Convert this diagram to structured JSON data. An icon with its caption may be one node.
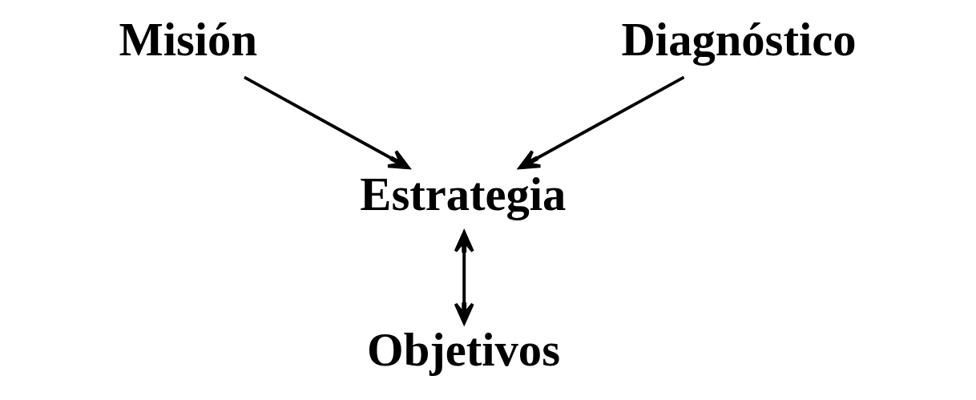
{
  "diagram": {
    "nodes": [
      {
        "text": [
          "Misión"
        ]
      },
      {
        "text": [
          "Diagnóstico"
        ]
      },
      {
        "text": [
          "Estrategia"
        ]
      },
      {
        "text": [
          "Objetivos"
        ]
      }
    ],
    "edges": [
      {
        "from": 0,
        "to": 2,
        "arrow": "to"
      },
      {
        "from": 1,
        "to": 2,
        "arrow": "to"
      },
      {
        "from": 2,
        "to": 3,
        "arrow": "both"
      }
    ]
  }
}
